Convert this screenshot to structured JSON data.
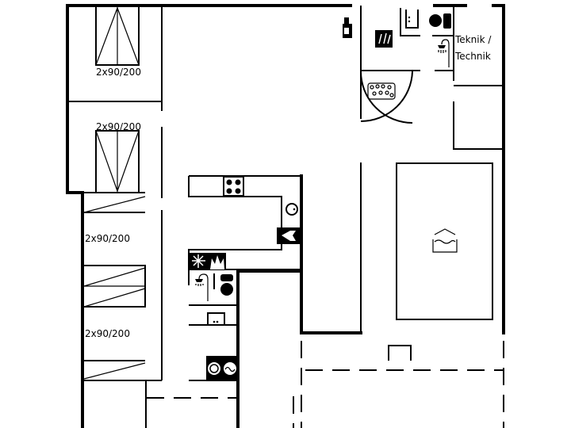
{
  "title": "Floor plan",
  "bed_labels": [
    "2x90/200",
    "2x90/200",
    "2x90/200",
    "2x90/200"
  ],
  "technik_room": {
    "line1": "Teknik /",
    "line2": "Technik"
  },
  "icons": [
    "bed-icon",
    "stove-icon",
    "sink-icon",
    "dishwasher-icon",
    "freezer-icon",
    "fireplace-icon",
    "shower-icon",
    "toilet-icon",
    "washing-machine-icon",
    "dryer-icon",
    "sauna-icon",
    "whirlpool-icon",
    "pool-icon",
    "boiler-icon",
    "wine-icon"
  ]
}
